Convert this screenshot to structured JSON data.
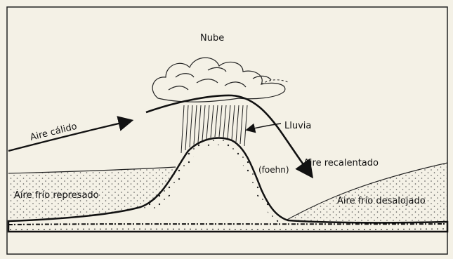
{
  "diagram": {
    "labels": {
      "nube": "Nube",
      "aire_calido": "Aire cálido",
      "lluvia": "Lluvia",
      "aire_recalentado": "Aire recalentado",
      "foehn": "(foehn)",
      "aire_frio_represado": "Aíre frío represado",
      "aire_frio_desalojado": "Aire frío desalojado"
    },
    "colors": {
      "paper": "#f4f1e6",
      "ink": "#111111",
      "stipple": "#555555"
    }
  }
}
